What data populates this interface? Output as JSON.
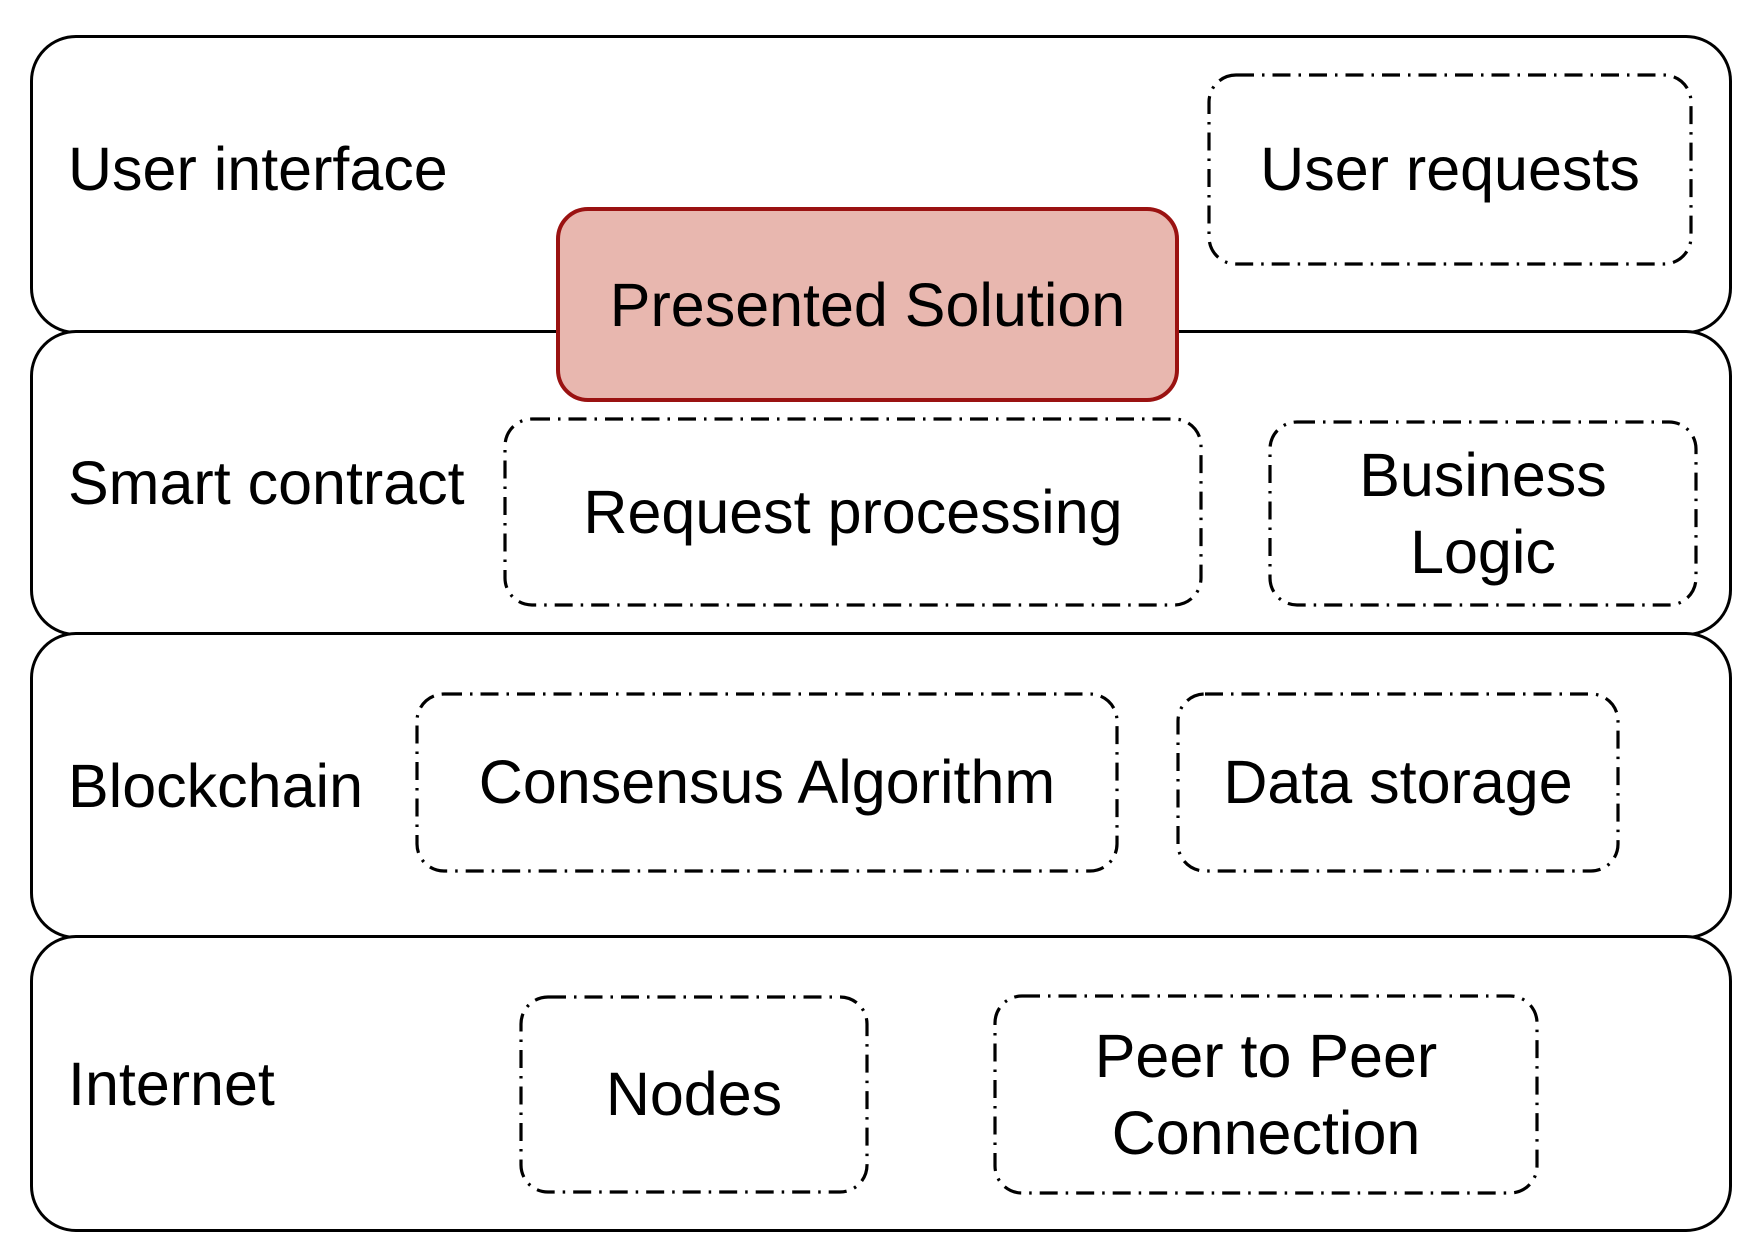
{
  "colors": {
    "background": "#ffffff",
    "stroke": "#000000",
    "solution_fill": "#e8b7af",
    "solution_border": "#9a1211"
  },
  "solution_box": {
    "label": "Presented Solution"
  },
  "layers": [
    {
      "label": "User interface",
      "boxes": [
        {
          "label": "User requests"
        }
      ]
    },
    {
      "label": "Smart contract",
      "boxes": [
        {
          "label": "Request processing"
        },
        {
          "label": "Business Logic"
        }
      ]
    },
    {
      "label": "Blockchain",
      "boxes": [
        {
          "label": "Consensus Algorithm"
        },
        {
          "label": "Data storage"
        }
      ]
    },
    {
      "label": "Internet",
      "boxes": [
        {
          "label": "Nodes"
        },
        {
          "label": "Peer to Peer Connection"
        }
      ]
    }
  ]
}
